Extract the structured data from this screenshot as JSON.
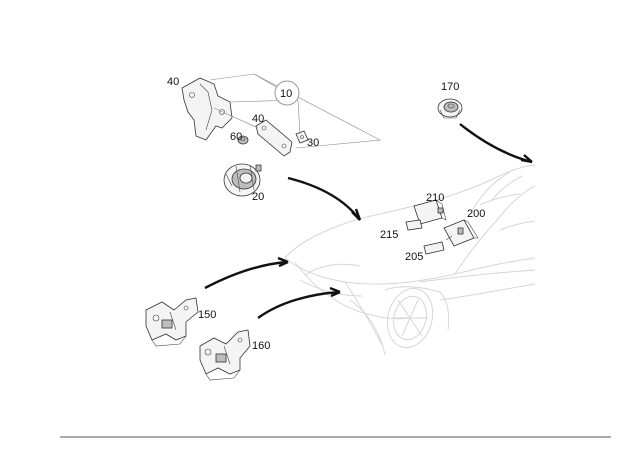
{
  "callouts": {
    "c40a": "40",
    "c10": "10",
    "c40b": "40",
    "c60": "60",
    "c30": "30",
    "c20": "20",
    "c170": "170",
    "c210": "210",
    "c200": "200",
    "c215": "215",
    "c205": "205",
    "c150": "150",
    "c160": "160"
  },
  "colors": {
    "line": "#111111",
    "car_outline": "#d6d6d6",
    "part_fill": "#f4f4f4"
  }
}
